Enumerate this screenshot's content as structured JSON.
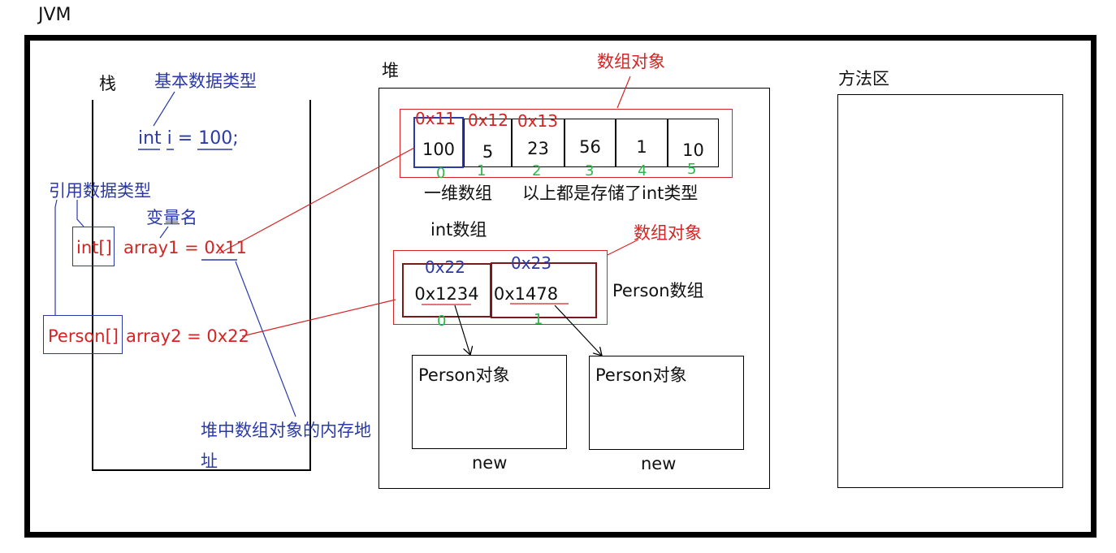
{
  "jvm_title": "JVM",
  "stack": {
    "title": "栈",
    "primitive_label": "基本数据类型",
    "primitive_decl": "int i = 100;",
    "reference_label": "引用数据类型",
    "varname_label": "变量名",
    "array1_type": "int[]",
    "array1_decl": "array1 = 0x11",
    "array2_type": "Person[]",
    "array2_decl": "array2 = 0x22",
    "heap_addr_note_1": "堆中数组对象的内存地",
    "heap_addr_note_2": "址"
  },
  "heap": {
    "title": "堆",
    "int_array": {
      "object_label": "数组对象",
      "addresses": [
        "0x11",
        "0x12",
        "0x13"
      ],
      "values": [
        "100",
        "5",
        "23",
        "56",
        "1",
        "10"
      ],
      "indices": [
        "0",
        "1",
        "2",
        "3",
        "4",
        "5"
      ],
      "caption_1d": "一维数组",
      "caption_stored": "以上都是存储了int类型",
      "caption_type": "int数组"
    },
    "person_array": {
      "object_label": "数组对象",
      "addresses": [
        "0x22",
        "0x23"
      ],
      "values": [
        "0x1234",
        "0x1478"
      ],
      "indices": [
        "0",
        "1"
      ],
      "caption_type": "Person数组"
    },
    "person_objects": [
      {
        "label": "Person对象",
        "new_label": "new"
      },
      {
        "label": "Person对象",
        "new_label": "new"
      }
    ]
  },
  "method_area": {
    "title": "方法区"
  },
  "colors": {
    "blue": "#2b3aa8",
    "red": "#d42424",
    "green": "#2fb64a",
    "frame": "#000000"
  }
}
